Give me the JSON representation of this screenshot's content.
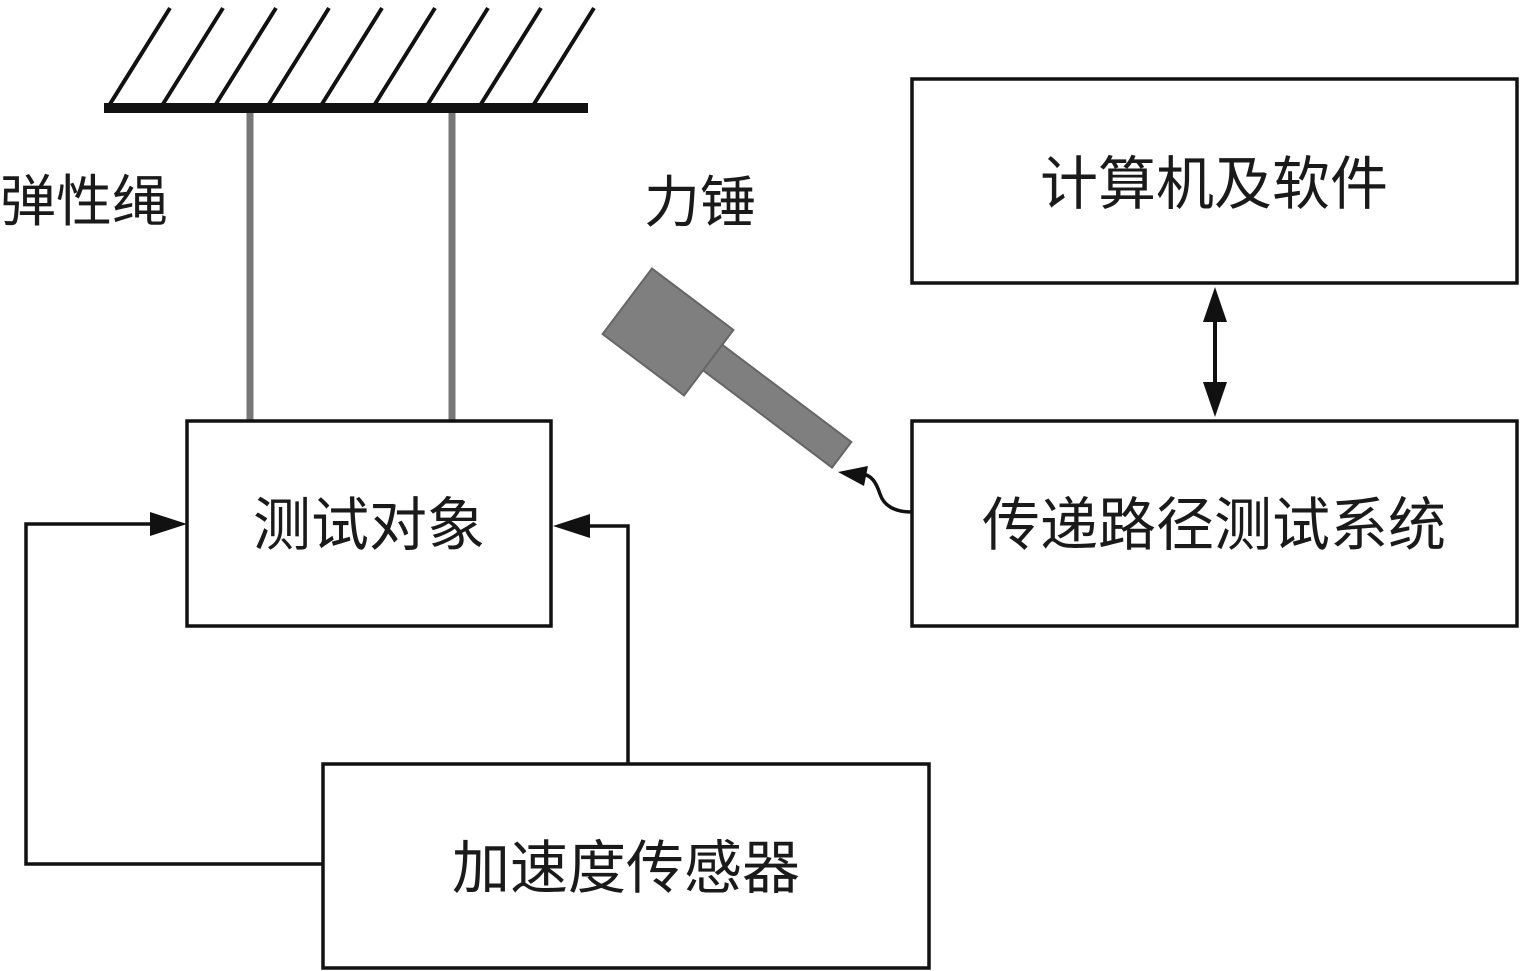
{
  "labels": {
    "elastic_rope": "弹性绳",
    "force_hammer": "力锤",
    "test_object": "测试对象",
    "computer_software": "计算机及软件",
    "tpa_system": "传递路径测试系统",
    "accelerometer": "加速度传感器"
  },
  "colors": {
    "line": "#111111",
    "rope": "#777777",
    "hammer": "#7f7f7f",
    "text": "#1a1a1a",
    "background": "#ffffff"
  }
}
